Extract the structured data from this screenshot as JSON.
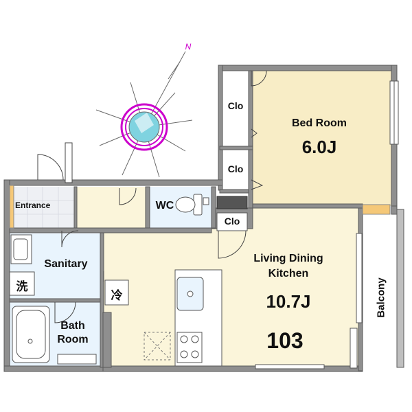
{
  "compass": {
    "north_label": "N"
  },
  "colors": {
    "wall": "#8f8f8f",
    "wall_edge": "#5a5a5a",
    "living_floor": "#fbf5da",
    "bed_floor": "#f8edc6",
    "wet_floor": "#e9f4fd",
    "entrance_floor": "#eef0f4",
    "balcony_floor": "#ffffff",
    "compass_ring": "#cc00cc",
    "compass_center": "#7fd3e0"
  },
  "rooms": {
    "bedroom": {
      "name": "Bed Room",
      "size": "6.0J"
    },
    "living": {
      "name_line1": "Living Dining",
      "name_line2": "Kitchen",
      "size": "10.7J"
    },
    "balcony": {
      "name": "Balcony"
    },
    "entrance": {
      "name": "Entrance"
    },
    "wc": {
      "name": "WC"
    },
    "sanitary": {
      "name": "Sanitary"
    },
    "bath": {
      "name_line1": "Bath",
      "name_line2": "Room"
    }
  },
  "closets": {
    "top": "Clo",
    "middle": "Clo",
    "small": "Clo"
  },
  "symbols": {
    "washer": "洗",
    "fridge": "冷"
  },
  "unit_number": "103"
}
